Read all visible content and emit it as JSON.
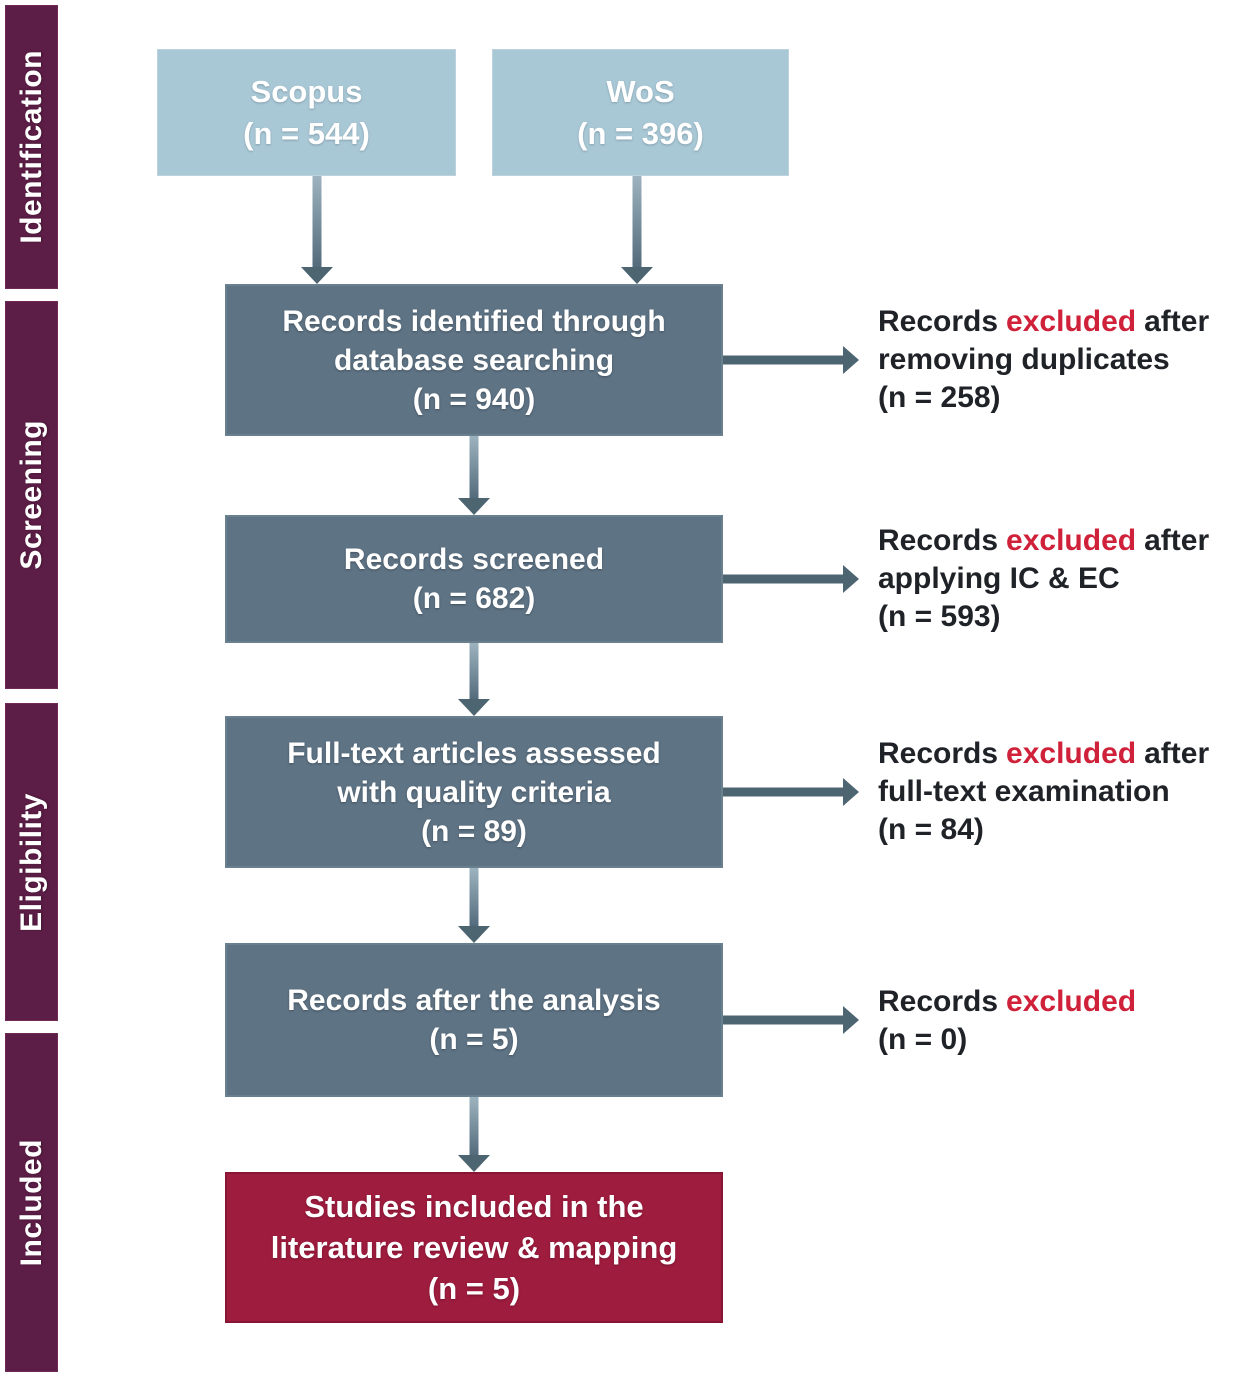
{
  "palette": {
    "stage_bar_maroon": "#5c1d46",
    "included_box_maroon": "#9e1c3e",
    "source_box_blue": "#a9c8d6",
    "process_box_gray": "#5e7384",
    "excluded_highlight_red": "#d0213a",
    "note_text_dark": "#1f2328",
    "arrow_slate": "#4d6471",
    "box_text_white": "#ffffff"
  },
  "sidebar": {
    "stages": [
      {
        "label": "Identification"
      },
      {
        "label": "Screening"
      },
      {
        "label": "Eligibility"
      },
      {
        "label": "Included"
      }
    ]
  },
  "sources": [
    {
      "name": "Scopus",
      "count": "(n = 544)"
    },
    {
      "name": "WoS",
      "count": "(n = 396)"
    }
  ],
  "process_boxes": [
    {
      "lines": [
        "Records identified through",
        "database searching",
        "(n = 940)"
      ]
    },
    {
      "lines": [
        "Records screened",
        "(n = 682)"
      ]
    },
    {
      "lines": [
        "Full-text articles assessed",
        "with quality criteria",
        "(n = 89)"
      ]
    },
    {
      "lines": [
        "Records after the analysis",
        "(n = 5)"
      ]
    }
  ],
  "included_box": {
    "lines": [
      "Studies included in the",
      "literature review & mapping",
      "(n = 5)"
    ]
  },
  "exclusion_notes": [
    {
      "before": "Records",
      "highlight": "excluded",
      "after": "after",
      "line2": "removing duplicates",
      "line3": "(n = 258)"
    },
    {
      "before": "Records",
      "highlight": "excluded",
      "after": "after",
      "line2": "applying IC & EC",
      "line3": "(n = 593)"
    },
    {
      "before": "Records",
      "highlight": "excluded",
      "after": "after",
      "line2": "full-text examination",
      "line3": "(n = 84)"
    },
    {
      "before": "Records",
      "highlight": "excluded",
      "after": "",
      "line2": "(n = 0)",
      "line3": ""
    }
  ]
}
